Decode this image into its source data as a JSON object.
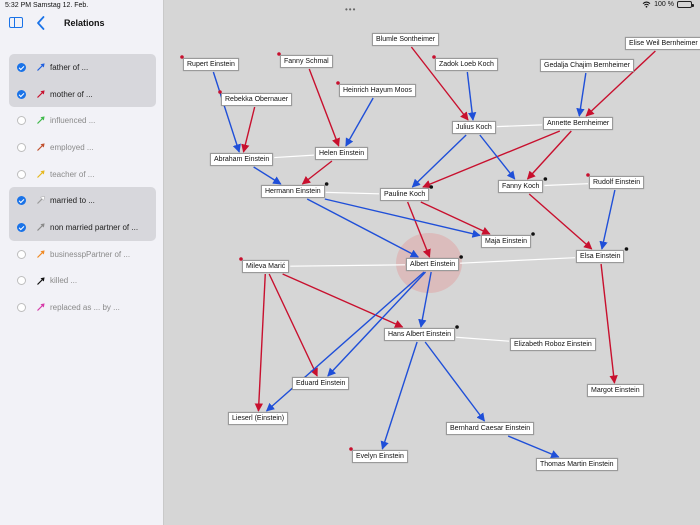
{
  "status": {
    "time": "5:32 PM",
    "date": "Samstag 12. Feb.",
    "battery": "100 %"
  },
  "sidebar": {
    "title": "Relations",
    "items": [
      {
        "label": "father of ...",
        "checked": true,
        "color": "#1f5fe0"
      },
      {
        "label": "mother of ...",
        "checked": true,
        "color": "#c8102e"
      },
      {
        "label": "influenced ...",
        "checked": false,
        "color": "#3fb94a"
      },
      {
        "label": "employed ...",
        "checked": false,
        "color": "#c0502d"
      },
      {
        "label": "teacher of ...",
        "checked": false,
        "color": "#e6b820"
      },
      {
        "label": "married to ...",
        "checked": true,
        "color": "#ffffff"
      },
      {
        "label": "non married partner of ...",
        "checked": true,
        "color": "#8a8a8a"
      },
      {
        "label": "businesspPartner of ...",
        "checked": false,
        "color": "#f08a24"
      },
      {
        "label": "killed ...",
        "checked": false,
        "color": "#111111"
      },
      {
        "label": "replaced as ... by ...",
        "checked": false,
        "color": "#d63aa8"
      }
    ]
  },
  "graph": {
    "grabber": "•••",
    "nodes": [
      {
        "id": "blumle",
        "label": "Blumle Sontheimer"
      },
      {
        "id": "elise",
        "label": "Elise Weil Bernheimer"
      },
      {
        "id": "rupert",
        "label": "Rupert Einstein"
      },
      {
        "id": "fanny_s",
        "label": "Fanny Schmal"
      },
      {
        "id": "zadok",
        "label": "Zadok Loeb Koch"
      },
      {
        "id": "gedalja",
        "label": "Gedalja Chajim Bernheimer"
      },
      {
        "id": "heinrich",
        "label": "Heinrich Hayum Moos"
      },
      {
        "id": "rebekka",
        "label": "Rebekka Obernauer"
      },
      {
        "id": "julius",
        "label": "Julius Koch"
      },
      {
        "id": "annette",
        "label": "Annette Bernheimer"
      },
      {
        "id": "helen",
        "label": "Helen Einstein"
      },
      {
        "id": "abraham",
        "label": "Abraham Einstein"
      },
      {
        "id": "fanny_k",
        "label": "Fanny Koch"
      },
      {
        "id": "rudolf",
        "label": "Rudolf Einstein"
      },
      {
        "id": "hermann",
        "label": "Hermann Einstein"
      },
      {
        "id": "pauline",
        "label": "Pauline Koch"
      },
      {
        "id": "maja",
        "label": "Maja Einstein"
      },
      {
        "id": "elsa",
        "label": "Elsa Einstein"
      },
      {
        "id": "mileva",
        "label": "Mileva Marić"
      },
      {
        "id": "albert",
        "label": "Albert Einstein"
      },
      {
        "id": "hans",
        "label": "Hans Albert Einstein"
      },
      {
        "id": "elizabeth",
        "label": "Elizabeth Roboz Einstein"
      },
      {
        "id": "eduard",
        "label": "Eduard Einstein"
      },
      {
        "id": "margot",
        "label": "Margot Einstein"
      },
      {
        "id": "lieserl",
        "label": "Lieserl (Einstein)"
      },
      {
        "id": "bernhard",
        "label": "Bernhard Caesar Einstein"
      },
      {
        "id": "evelyn",
        "label": "Evelyn Einstein"
      },
      {
        "id": "thomas",
        "label": "Thomas Martin Einstein"
      }
    ]
  }
}
